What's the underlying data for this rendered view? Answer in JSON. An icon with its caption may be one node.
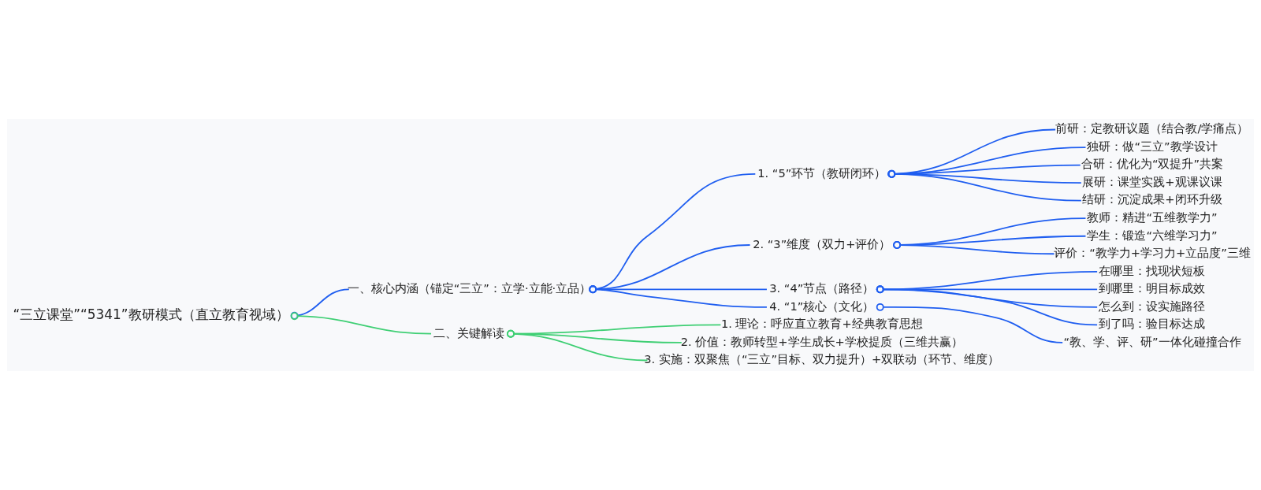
{
  "diagram": {
    "nodes": [
      {
        "text": [
          "“三立课堂”“5341”教研模式（直立教育视域）"
        ]
      },
      {
        "text": [
          "一、核心内涵（锚定“三立”：立学·立能·立品）"
        ]
      },
      {
        "text": [
          "1. “5”环节（教研闭环）"
        ]
      },
      {
        "text": [
          "前研：定教研议题（结合教/学痛点）"
        ]
      },
      {
        "text": [
          "独研：做“三立”教学设计"
        ]
      },
      {
        "text": [
          "合研：优化为“双提升”共案"
        ]
      },
      {
        "text": [
          "展研：课堂实践+观课议课"
        ]
      },
      {
        "text": [
          "结研：沉淀成果+闭环升级"
        ]
      },
      {
        "text": [
          "2. “3”维度（双力+评价）"
        ]
      },
      {
        "text": [
          "教师：精进“五维教学力”"
        ]
      },
      {
        "text": [
          "学生：锻造“六维学习力”"
        ]
      },
      {
        "text": [
          "评价：“教学力+学习力+立品度”三维"
        ]
      },
      {
        "text": [
          "3. “4”节点（路径）"
        ]
      },
      {
        "text": [
          "在哪里：找现状短板"
        ]
      },
      {
        "text": [
          "到哪里：明目标成效"
        ]
      },
      {
        "text": [
          "怎么到：设实施路径"
        ]
      },
      {
        "text": [
          "到了吗：验目标达成"
        ]
      },
      {
        "text": [
          "4. “1”核心（文化）"
        ]
      },
      {
        "text": [
          "“教、学、评、研”一体化碰撞合作"
        ]
      },
      {
        "text": [
          "二、关键解读"
        ]
      },
      {
        "text": [
          "1. 理论：呼应直立教育+经典教育思想"
        ]
      },
      {
        "text": [
          "2. 价值：教师转型+学生成长+学校提质（三维共赢）"
        ]
      },
      {
        "text": [
          "3. 实施：双聚焦（“三立”目标、双力提升）+双联动（环节、维度）"
        ]
      }
    ],
    "edges": [
      {
        "from": 0,
        "to": 1,
        "arrow": "other"
      },
      {
        "from": 1,
        "to": 2,
        "arrow": "other"
      },
      {
        "from": 2,
        "to": 3,
        "arrow": "other"
      },
      {
        "from": 2,
        "to": 4,
        "arrow": "other"
      },
      {
        "from": 2,
        "to": 5,
        "arrow": "other"
      },
      {
        "from": 2,
        "to": 6,
        "arrow": "other"
      },
      {
        "from": 2,
        "to": 7,
        "arrow": "other"
      },
      {
        "from": 1,
        "to": 8,
        "arrow": "other"
      },
      {
        "from": 8,
        "to": 9,
        "arrow": "other"
      },
      {
        "from": 8,
        "to": 10,
        "arrow": "other"
      },
      {
        "from": 8,
        "to": 11,
        "arrow": "other"
      },
      {
        "from": 1,
        "to": 12,
        "arrow": "other"
      },
      {
        "from": 12,
        "to": 13,
        "arrow": "other"
      },
      {
        "from": 12,
        "to": 14,
        "arrow": "other"
      },
      {
        "from": 12,
        "to": 15,
        "arrow": "other"
      },
      {
        "from": 12,
        "to": 16,
        "arrow": "other"
      },
      {
        "from": 1,
        "to": 17,
        "arrow": "other"
      },
      {
        "from": 17,
        "to": 18,
        "arrow": "other"
      },
      {
        "from": 0,
        "to": 19,
        "arrow": "other",
        "color": "#3fcf74"
      },
      {
        "from": 19,
        "to": 20,
        "arrow": "other",
        "color": "#3fcf74"
      },
      {
        "from": 19,
        "to": 21,
        "arrow": "other",
        "color": "#3fcf74"
      },
      {
        "from": 19,
        "to": 22,
        "arrow": "other",
        "color": "#3fcf74"
      }
    ]
  }
}
